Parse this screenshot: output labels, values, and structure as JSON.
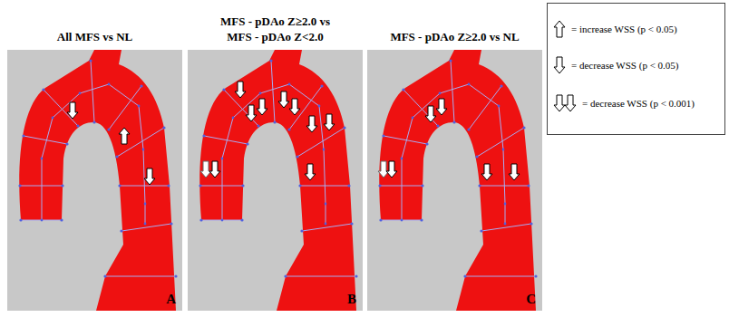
{
  "diagram": {
    "nodes": [
      {
        "text": [
          "All MFS vs NL",
          "A"
        ]
      },
      {
        "text": [
          "MFS - pDAo Z≥2.0 vs MFS - pDAo Z<2.0",
          "B"
        ]
      },
      {
        "text": [
          "MFS - pDAo Z≥2.0 vs NL",
          "C"
        ]
      }
    ],
    "legend": [
      {
        "text": "= increase WSS (p < 0.05)"
      },
      {
        "text": "= decrease WSS (p < 0.05)"
      },
      {
        "text": "= decrease WSS (p < 0.001)"
      }
    ]
  }
}
